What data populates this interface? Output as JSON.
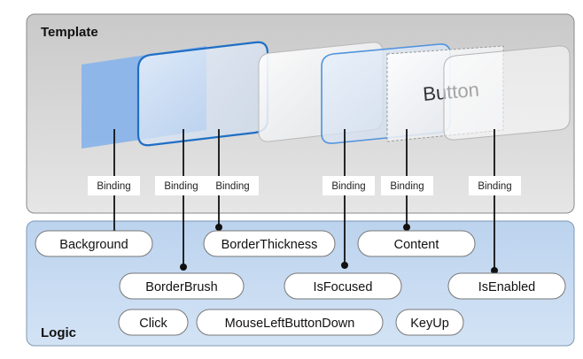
{
  "template": {
    "title": "Template"
  },
  "logic": {
    "title": "Logic"
  },
  "layers": {
    "button_text": "Button"
  },
  "bindings": [
    {
      "id": "b1",
      "label": "Binding"
    },
    {
      "id": "b2",
      "label": "Binding"
    },
    {
      "id": "b3",
      "label": "Binding"
    },
    {
      "id": "b4",
      "label": "Binding"
    },
    {
      "id": "b5",
      "label": "Binding"
    },
    {
      "id": "b6",
      "label": "Binding"
    }
  ],
  "properties": {
    "background": "Background",
    "border_thickness": "BorderThickness",
    "content": "Content",
    "border_brush": "BorderBrush",
    "is_focused": "IsFocused",
    "is_enabled": "IsEnabled"
  },
  "events": {
    "click": "Click",
    "mouse_left_button_down": "MouseLeftButtonDown",
    "key_up": "KeyUp"
  },
  "colors": {
    "template_bg": "#d6d6d6",
    "logic_bg": "#c8dcf0",
    "accent_blue": "#1f6fc5",
    "fill_blue": "#8fb7ec"
  }
}
